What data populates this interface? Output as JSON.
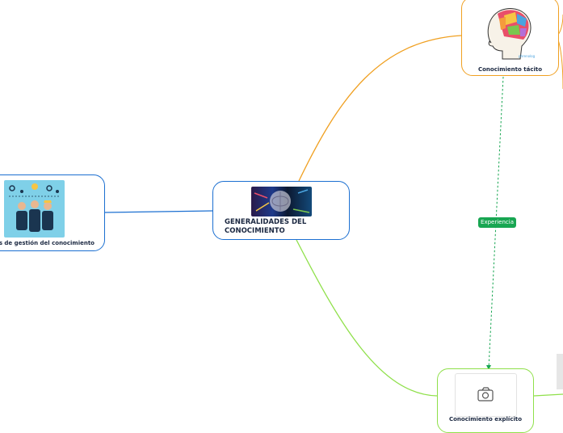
{
  "nodes": {
    "central": {
      "label": "GENERALIDADES DEL CONOCIMIENTO",
      "border_color": "#1b6fd1"
    },
    "left": {
      "label": "s de gestión del conocimiento",
      "border_color": "#1b6fd1"
    },
    "tacit": {
      "label": "Conocimiento tácito",
      "border_color": "#f0a021"
    },
    "explicit": {
      "label": "Conocimiento explícito",
      "border_color": "#8fe04a"
    }
  },
  "relation": {
    "label": "Experiencia",
    "color": "#18a652"
  },
  "icons": {
    "central_image": "brain-illustration",
    "left_image": "business-people-ideas-illustration",
    "tacit_image": "phrenology-head-illustration",
    "explicit_image": "camera-icon"
  }
}
